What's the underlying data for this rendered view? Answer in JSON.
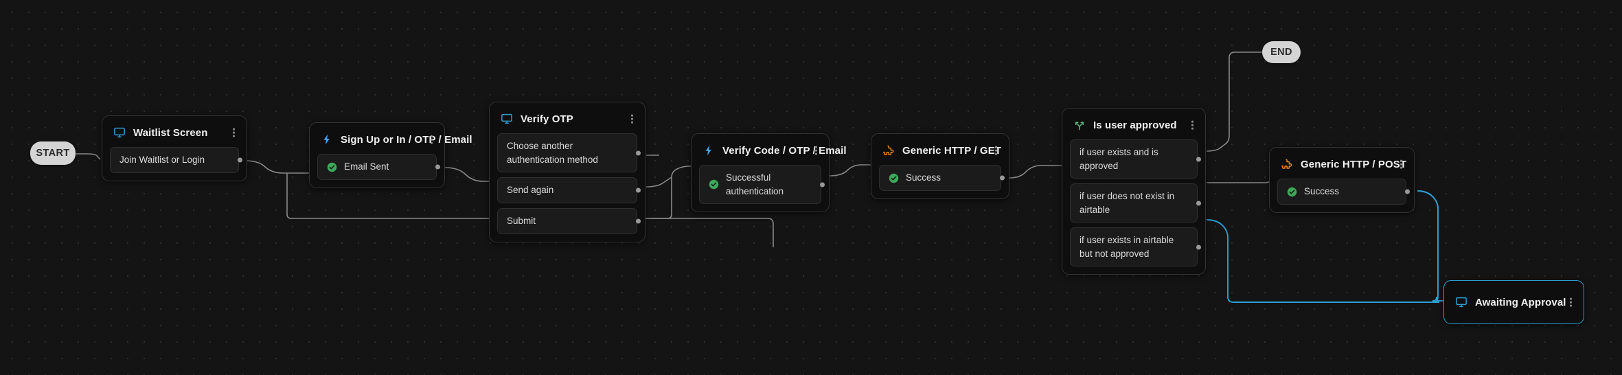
{
  "canvas": {
    "background": "#141414",
    "accent": "#2f9fd0",
    "grid": "dotted"
  },
  "terminals": [
    {
      "id": "start",
      "label": "START"
    },
    {
      "id": "end",
      "label": "END"
    }
  ],
  "nodes": [
    {
      "id": "waitlist-screen",
      "title": "Waitlist Screen",
      "icon": "screen-icon",
      "icon_color": "#2f9fd0",
      "selected": false,
      "rows": [
        {
          "label": "Join Waitlist or Login",
          "status": "none",
          "port": true
        }
      ]
    },
    {
      "id": "sign-up-or-in",
      "title": "Sign Up or In / OTP / Email",
      "icon": "lightning-icon",
      "icon_color": "#4a9fe0",
      "selected": false,
      "rows": [
        {
          "label": "Email Sent",
          "status": "success",
          "port": true
        }
      ]
    },
    {
      "id": "verify-otp",
      "title": "Verify OTP",
      "icon": "screen-icon",
      "icon_color": "#2f9fd0",
      "selected": false,
      "rows": [
        {
          "label": "Choose another authentication method",
          "status": "none",
          "port": true
        },
        {
          "label": "Send again",
          "status": "none",
          "port": true
        },
        {
          "label": "Submit",
          "status": "none",
          "port": true
        }
      ]
    },
    {
      "id": "verify-code",
      "title": "Verify Code / OTP / Email",
      "icon": "lightning-icon",
      "icon_color": "#4a9fe0",
      "selected": false,
      "rows": [
        {
          "label": "Successful authentication",
          "status": "success",
          "port": true
        }
      ]
    },
    {
      "id": "generic-http-get",
      "title": "Generic HTTP / GET",
      "icon": "puzzle-icon",
      "icon_color": "#e8861e",
      "selected": false,
      "rows": [
        {
          "label": "Success",
          "status": "success",
          "port": true
        }
      ]
    },
    {
      "id": "is-user-approved",
      "title": "Is user approved",
      "icon": "branch-icon",
      "icon_color": "#5cb87a",
      "selected": false,
      "rows": [
        {
          "label": "if user exists and is approved",
          "status": "none",
          "port": true
        },
        {
          "label": "if user does not exist in airtable",
          "status": "none",
          "port": true
        },
        {
          "label": "if user exists in airtable but not approved",
          "status": "none",
          "port": true
        }
      ]
    },
    {
      "id": "generic-http-post",
      "title": "Generic HTTP / POST",
      "icon": "puzzle-icon",
      "icon_color": "#e8861e",
      "selected": false,
      "rows": [
        {
          "label": "Success",
          "status": "success",
          "port": true
        }
      ]
    },
    {
      "id": "awaiting-approval",
      "title": "Awaiting Approval",
      "icon": "screen-icon",
      "icon_color": "#2f9fd0",
      "selected": true,
      "rows": []
    }
  ]
}
